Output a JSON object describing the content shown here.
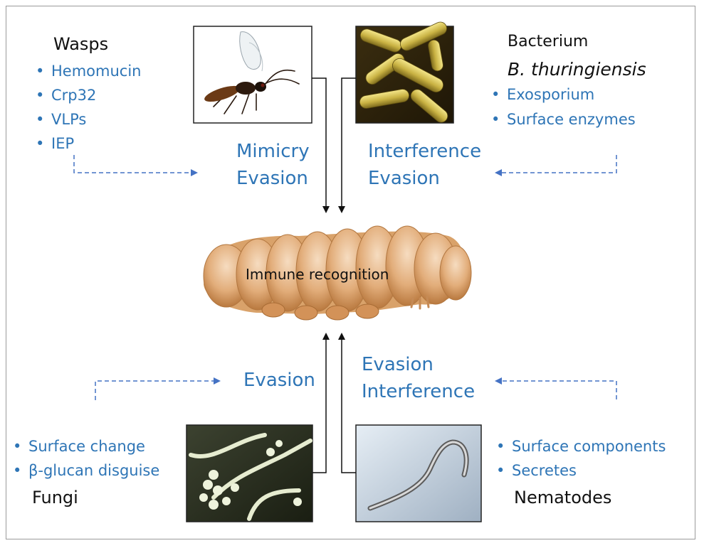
{
  "center": {
    "label": "Immune recognition"
  },
  "wasps": {
    "title": "Wasps",
    "items": [
      "Hemomucin",
      "Crp32",
      "VLPs",
      "IEP"
    ],
    "mechanism": [
      "Mimicry",
      "Evasion"
    ]
  },
  "bacterium": {
    "title": "Bacterium",
    "species": "B. thuringiensis",
    "items": [
      "Exosporium",
      "Surface enzymes"
    ],
    "mechanism": [
      "Interference",
      "Evasion"
    ]
  },
  "fungi": {
    "title": "Fungi",
    "items": [
      "Surface change",
      "β-glucan disguise"
    ],
    "mechanism": [
      "Evasion"
    ]
  },
  "nematodes": {
    "title": "Nematodes",
    "items": [
      "Surface components",
      "Secretes"
    ],
    "mechanism": [
      "Evasion",
      "Interference"
    ]
  },
  "colors": {
    "accent_blue": "#2e75b6",
    "arrow_blue": "#4472c4",
    "caterpillar": "#d9a26a"
  },
  "icons": {
    "wasp": "wasp-photo",
    "bacterium": "bacterium-photo",
    "fungi": "fungi-photo",
    "nematode": "nematode-photo"
  }
}
